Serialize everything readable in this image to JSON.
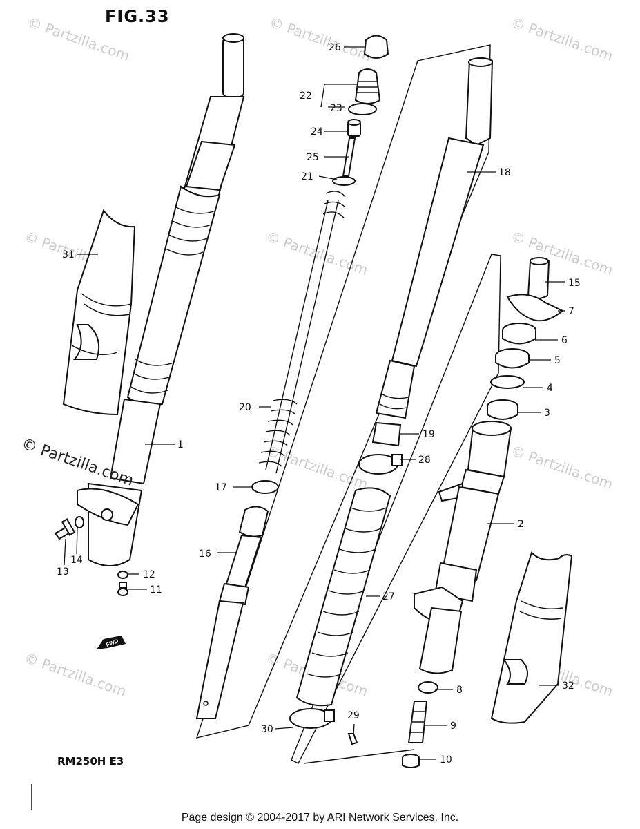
{
  "figure": {
    "title": "FIG.33",
    "model": "RM250H E3"
  },
  "footer": {
    "text": "Page design © 2004-2017 by ARI Network Services, Inc."
  },
  "copyright": {
    "text": "© Partzilla.com"
  },
  "watermark": {
    "text": "© Partzilla.com"
  },
  "fwd_label": "FWD",
  "parts": [
    {
      "id": "1",
      "label": "1"
    },
    {
      "id": "2",
      "label": "2"
    },
    {
      "id": "3",
      "label": "3"
    },
    {
      "id": "4",
      "label": "4"
    },
    {
      "id": "5",
      "label": "5"
    },
    {
      "id": "6",
      "label": "6"
    },
    {
      "id": "7",
      "label": "7"
    },
    {
      "id": "8",
      "label": "8"
    },
    {
      "id": "9",
      "label": "9"
    },
    {
      "id": "10",
      "label": "10"
    },
    {
      "id": "11",
      "label": "11"
    },
    {
      "id": "12",
      "label": "12"
    },
    {
      "id": "13",
      "label": "13"
    },
    {
      "id": "14",
      "label": "14"
    },
    {
      "id": "15",
      "label": "15"
    },
    {
      "id": "16",
      "label": "16"
    },
    {
      "id": "17",
      "label": "17"
    },
    {
      "id": "18",
      "label": "18"
    },
    {
      "id": "19",
      "label": "19"
    },
    {
      "id": "20",
      "label": "20"
    },
    {
      "id": "21",
      "label": "21"
    },
    {
      "id": "22",
      "label": "22"
    },
    {
      "id": "23",
      "label": "23"
    },
    {
      "id": "24",
      "label": "24"
    },
    {
      "id": "25",
      "label": "25"
    },
    {
      "id": "26",
      "label": "26"
    },
    {
      "id": "27",
      "label": "27"
    },
    {
      "id": "28",
      "label": "28"
    },
    {
      "id": "29",
      "label": "29"
    },
    {
      "id": "30",
      "label": "30"
    },
    {
      "id": "31",
      "label": "31"
    },
    {
      "id": "32",
      "label": "32"
    }
  ]
}
